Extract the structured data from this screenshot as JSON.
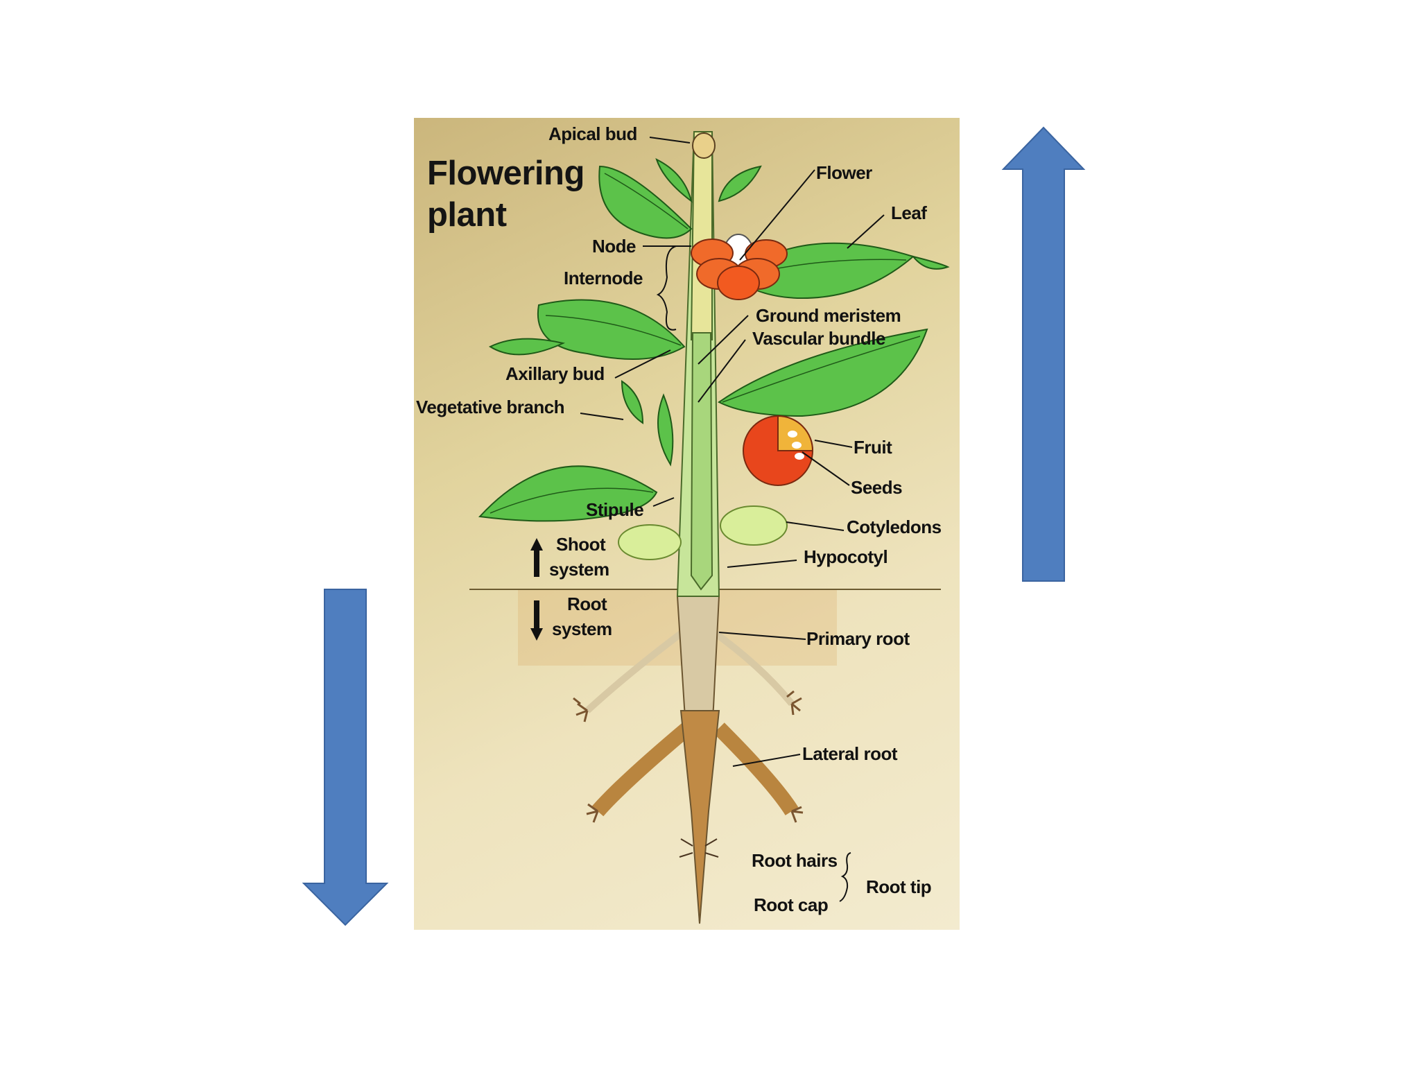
{
  "diagram": {
    "title_line1": "Flowering",
    "title_line2": "plant",
    "labels": {
      "apical_bud": "Apical bud",
      "flower": "Flower",
      "leaf": "Leaf",
      "node": "Node",
      "internode": "Internode",
      "ground_meristem": "Ground meristem",
      "vascular_bundle": "Vascular bundle",
      "axillary_bud": "Axillary bud",
      "vegetative_branch": "Vegetative branch",
      "fruit": "Fruit",
      "seeds": "Seeds",
      "stipule": "Stipule",
      "cotyledons": "Cotyledons",
      "shoot_system_1": "Shoot",
      "shoot_system_2": "system",
      "hypocotyl": "Hypocotyl",
      "root_system_1": "Root",
      "root_system_2": "system",
      "primary_root": "Primary root",
      "lateral_root": "Lateral root",
      "root_hairs": "Root hairs",
      "root_cap": "Root cap",
      "root_tip": "Root tip"
    }
  },
  "arrows": {
    "left": "down",
    "right": "up",
    "color": "#4f7ebf",
    "stroke": "#3a64a0"
  },
  "colors": {
    "leaf": "#5cc24a",
    "leaf_dark": "#2f8a2a",
    "stem": "#b9e08a",
    "flower": "#f06a2a",
    "fruit": "#e8461c",
    "root": "#c89a55"
  }
}
